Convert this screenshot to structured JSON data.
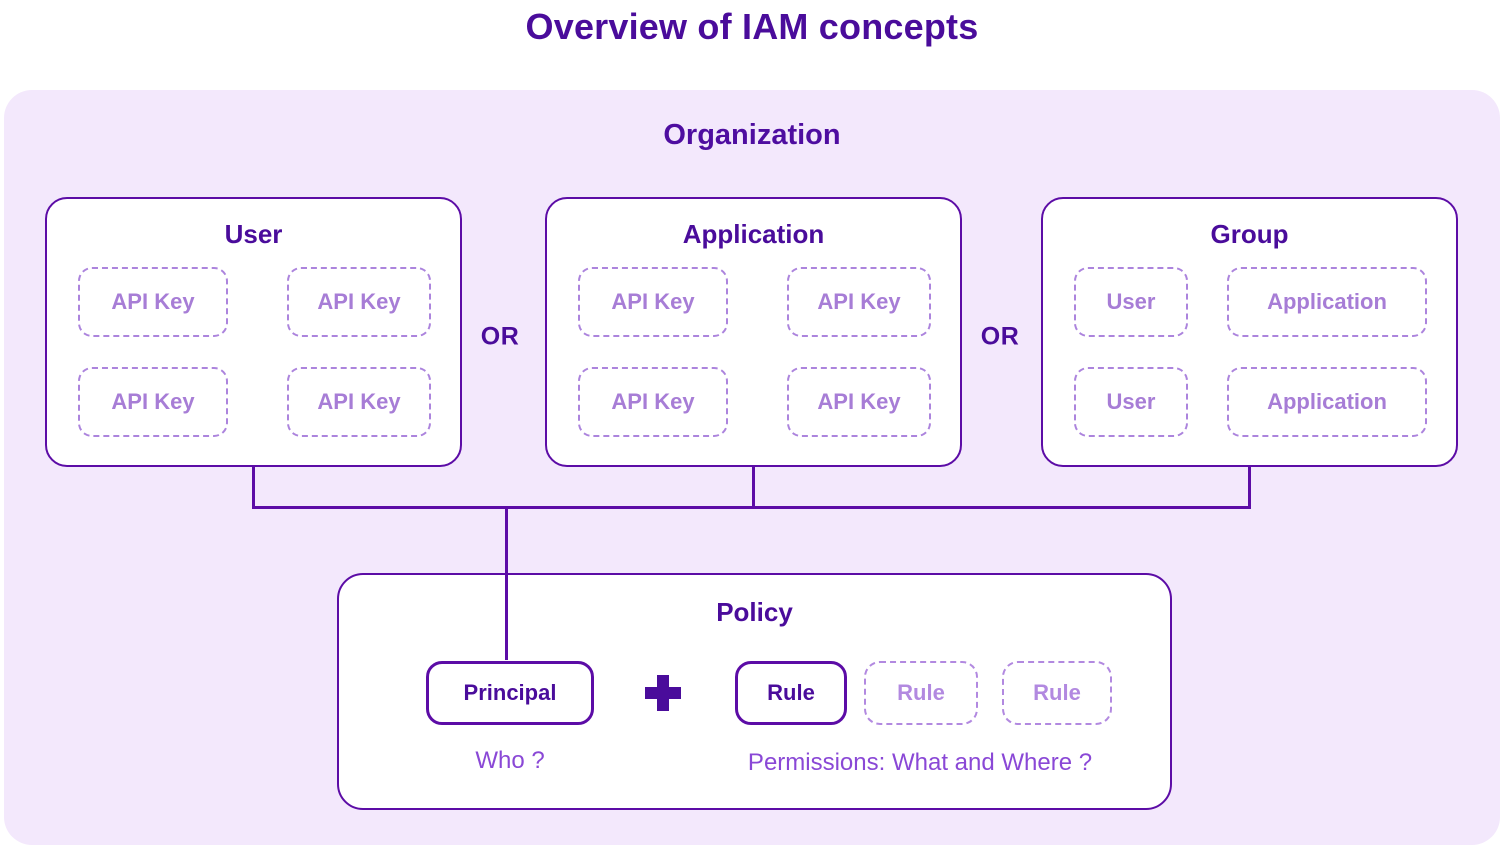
{
  "title": "Overview of IAM concepts",
  "colors": {
    "deep_purple_text": "#4a0c9b",
    "border_purple": "#5c0ca6",
    "light_purple_border": "#ac84dd",
    "light_purple_text": "#a77dd6",
    "dashed_rule_purple": "#b289e0",
    "caption_purple": "#8a48d6",
    "lavender_background": "#f3e8fc",
    "box_background": "#ffffff"
  },
  "organization": {
    "label": "Organization",
    "or_labels": [
      "OR",
      "OR"
    ],
    "entities": [
      {
        "title": "User",
        "children": [
          "API Key",
          "API Key",
          "API Key",
          "API Key"
        ]
      },
      {
        "title": "Application",
        "children": [
          "API Key",
          "API Key",
          "API Key",
          "API Key"
        ]
      },
      {
        "title": "Group",
        "children": [
          "User",
          "Application",
          "User",
          "Application"
        ]
      }
    ]
  },
  "policy": {
    "title": "Policy",
    "principal": {
      "label": "Principal",
      "caption": "Who ?"
    },
    "plus_symbol": "+",
    "rules": [
      {
        "label": "Rule",
        "style": "solid"
      },
      {
        "label": "Rule",
        "style": "dashed"
      },
      {
        "label": "Rule",
        "style": "dashed"
      }
    ],
    "rules_caption": "Permissions: What and Where ?"
  }
}
